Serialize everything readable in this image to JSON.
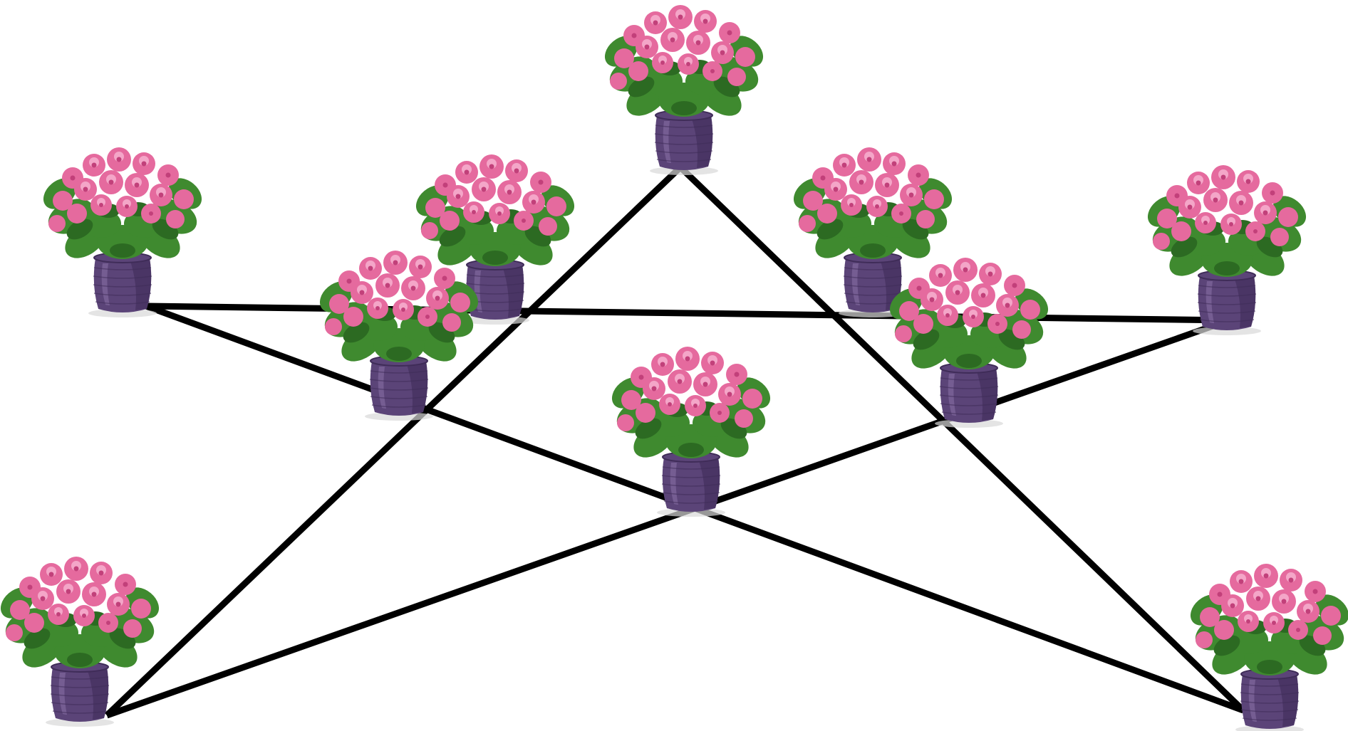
{
  "diagram": {
    "type": "pentagram-arrangement",
    "node_count": 10,
    "line_count": 5,
    "nodes_per_line": 4,
    "colors": {
      "background": "#ffffff",
      "line": "#000000",
      "pot": "#5b4478",
      "pot_shade": "#3f2c58",
      "pot_highlight": "#8a72a8",
      "leaf": "#3f8a2f",
      "leaf_dark": "#2c6a22",
      "bloom": "#e56a9e",
      "bloom_light": "#f4a6c8",
      "bloom_center": "#c2407a"
    },
    "icon": "potted-flower-icon"
  }
}
